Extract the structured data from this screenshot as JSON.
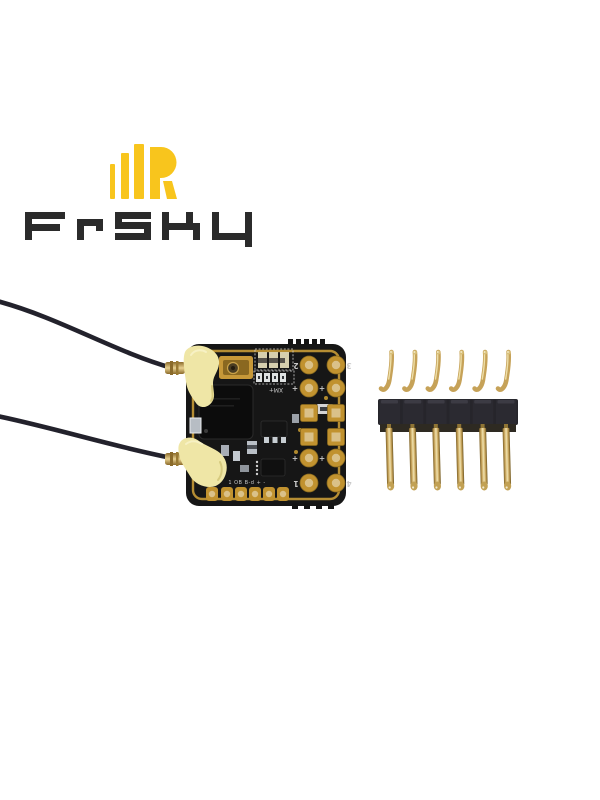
{
  "brand": {
    "name": "FrSKY",
    "logo_yellow": "#F8C51D",
    "logo_dark": "#2B2B2B"
  },
  "photo": {
    "background": "#FFFFFF",
    "receiver": {
      "board_color": "#161616",
      "trace_gold": "#BE9435",
      "pad_gold": "#C1922F",
      "pad_hole": "#DAC189",
      "glue_color": "#EFE6A6",
      "wire_color": "#23222C",
      "silkscreen_color": "#C9C9C9",
      "silk": {
        "pad2": "2",
        "pad3": "3",
        "plus_a": "+",
        "plus_b": "+",
        "plus_c": "+",
        "plus_d": "+",
        "pad1": "1",
        "pad4": "4",
        "center": "XM+",
        "bottom": "1 OB B-d + -"
      }
    },
    "pin_header": {
      "pin_count": "6",
      "pin_gold": "#C6A258",
      "plastic_color": "#26252B"
    }
  }
}
